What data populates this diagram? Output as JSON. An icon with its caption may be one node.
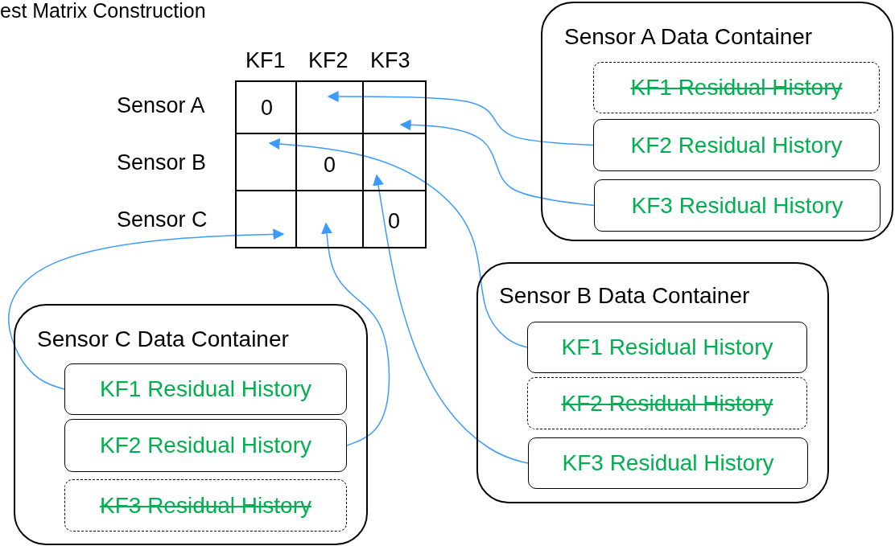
{
  "diagram": {
    "title": "est Matrix Construction",
    "nodes": [
      {
        "text": [
          "0",
          "0",
          "0"
        ]
      },
      {
        "text": [
          "Sensor A Data Container"
        ]
      },
      {
        "text": [
          "KF1 Residual History"
        ],
        "in": 1
      },
      {
        "text": [
          "KF2 Residual History"
        ],
        "in": 1
      },
      {
        "text": [
          "KF3 Residual History"
        ],
        "in": 1
      },
      {
        "text": [
          "Sensor B Data Container"
        ]
      },
      {
        "text": [
          "KF1 Residual History"
        ],
        "in": 5
      },
      {
        "text": [
          "KF2 Residual History"
        ],
        "in": 5
      },
      {
        "text": [
          "KF3 Residual History"
        ],
        "in": 5
      },
      {
        "text": [
          "Sensor C Data Container"
        ]
      },
      {
        "text": [
          "KF1 Residual History"
        ],
        "in": 9
      },
      {
        "text": [
          "KF2 Residual History"
        ],
        "in": 9
      },
      {
        "text": [
          "KF3 Residual History"
        ],
        "in": 9
      }
    ],
    "edges": [
      {
        "from": 3,
        "to": 0,
        "arrow": "to"
      },
      {
        "from": 4,
        "to": 0,
        "arrow": "to"
      },
      {
        "from": 6,
        "to": 0,
        "arrow": "to"
      },
      {
        "from": 8,
        "to": 0,
        "arrow": "to"
      },
      {
        "from": 10,
        "to": 0,
        "arrow": "to"
      },
      {
        "from": 11,
        "to": 0,
        "arrow": "to"
      }
    ],
    "labels": [
      "KF1",
      "KF2",
      "KF3",
      "Sensor A",
      "Sensor B",
      "Sensor C"
    ]
  }
}
